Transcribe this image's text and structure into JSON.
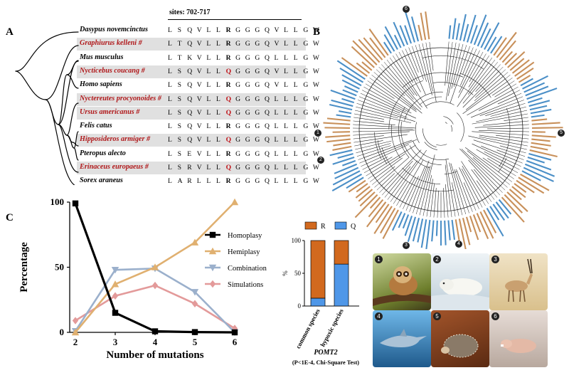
{
  "panelA": {
    "letter": "A",
    "sites_label": "sites: 702-717",
    "species": [
      {
        "name": "Dasypus novemcinctus",
        "hypoxic": false,
        "seq": "LSQVLLRGGGQVLLGW",
        "res": "R"
      },
      {
        "name": "Graphiurus kelleni #",
        "hypoxic": true,
        "seq": "LTQVLLRGGGQVLLGW",
        "res": "R"
      },
      {
        "name": "Mus musculus",
        "hypoxic": false,
        "seq": "LTKVLLRGGGQLLLGW",
        "res": "R"
      },
      {
        "name": "Nycticebus coucang #",
        "hypoxic": true,
        "seq": "LSQVLLQGGGQVLLGW",
        "res": "Q"
      },
      {
        "name": "Homo sapiens",
        "hypoxic": false,
        "seq": "LSQVLLRGGGQVLLGW",
        "res": "R"
      },
      {
        "name": "Nyctereutes procyonoides #",
        "hypoxic": true,
        "seq": "LSQVLLQGGGQLLLGW",
        "res": "Q"
      },
      {
        "name": "Ursus americanus #",
        "hypoxic": true,
        "seq": "LSQVLLQGGGQLLLGW",
        "res": "Q"
      },
      {
        "name": "Felis catus",
        "hypoxic": false,
        "seq": "LSQVLLRGGGQLLLGW",
        "res": "R"
      },
      {
        "name": "Hipposideros armiger #",
        "hypoxic": true,
        "seq": "LSQVLLQGGGQLLLGW",
        "res": "Q"
      },
      {
        "name": "Pteropus alecto",
        "hypoxic": false,
        "seq": "LSEVLLRGGGQLLLGW",
        "res": "R"
      },
      {
        "name": "Erinaceus europaeus #",
        "hypoxic": true,
        "seq": "LSRVLLQGGGQLLLGW",
        "res": "Q"
      },
      {
        "name": "Sorex araneus",
        "hypoxic": false,
        "seq": "LARLLLRGGGQLLLGW",
        "res": "R"
      }
    ]
  },
  "panelB": {
    "letter": "B",
    "colors": {
      "tan": "#c8905a",
      "blue": "#4b8fc7",
      "branch": "#222222"
    },
    "markers": [
      "6",
      "1",
      "5",
      "2",
      "3",
      "4"
    ]
  },
  "panelC": {
    "letter": "C",
    "colors": {
      "Homoplasy": "#000000",
      "Hemiplasy": "#e0b070",
      "Combination": "#9bb0cc",
      "Simulations": "#e39a9a"
    },
    "chart_data": [
      {
        "type": "line",
        "x": [
          2,
          3,
          4,
          5,
          6
        ],
        "xlabel": "Number of mutations",
        "ylabel": "Percentage",
        "ylim": [
          0,
          100
        ],
        "yticks": [
          "0",
          "50",
          "100"
        ],
        "xticks": [
          "2",
          "3",
          "4",
          "5",
          "6"
        ],
        "legend_position": "right",
        "series": [
          {
            "name": "Homoplasy",
            "values": [
              99,
              15,
              0.8,
              0.2,
              0
            ],
            "marker": "square"
          },
          {
            "name": "Hemiplasy",
            "values": [
              0,
              37,
              50,
              69,
              100
            ],
            "marker": "triangle"
          },
          {
            "name": "Combination",
            "values": [
              1,
              48,
              49,
              31,
              0
            ],
            "marker": "triangle-down"
          },
          {
            "name": "Simulations",
            "values": [
              9,
              28,
              36,
              22,
              3
            ],
            "marker": "diamond"
          }
        ]
      },
      {
        "type": "bar",
        "stacked": true,
        "categories": [
          "common species",
          "hypoxic species"
        ],
        "ylabel": "%",
        "ylim": [
          0,
          100
        ],
        "yticks": [
          "0",
          "50",
          "100"
        ],
        "series": [
          {
            "name": "R",
            "values": [
              88,
              36
            ],
            "color": "#d2691e"
          },
          {
            "name": "Q",
            "values": [
              12,
              64
            ],
            "color": "#4f97e8"
          }
        ],
        "gene_label": "POMT2",
        "stat_label": "(P<1E-4, Chi-Square Test)"
      }
    ]
  },
  "photos": [
    {
      "num": "1",
      "icon": "slow-loris-icon"
    },
    {
      "num": "2",
      "icon": "polar-bear-icon"
    },
    {
      "num": "3",
      "icon": "antelope-icon"
    },
    {
      "num": "4",
      "icon": "dolphin-icon"
    },
    {
      "num": "5",
      "icon": "hedgehog-icon"
    },
    {
      "num": "6",
      "icon": "mole-rat-icon"
    }
  ]
}
